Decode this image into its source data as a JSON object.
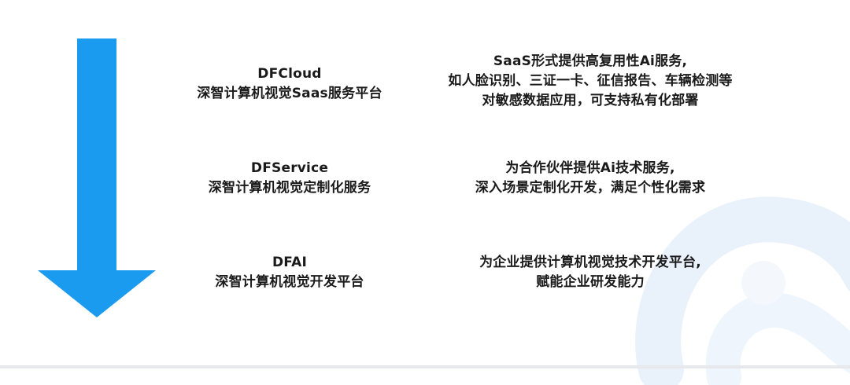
{
  "colors": {
    "arrow": "#1a9bf0",
    "watermark": "#e8f1fb"
  },
  "arrow_icon": "down-arrow-icon",
  "watermark_icon": "brand-logo-watermark",
  "rows": [
    {
      "name": "DFCloud",
      "subtitle": "深智计算机视觉Saas服务平台",
      "description": [
        "SaaS形式提供高复用性Ai服务,",
        "如人脸识别、三证一卡、征信报告、车辆检测等",
        "对敏感数据应用，可支持私有化部署"
      ]
    },
    {
      "name": "DFService",
      "subtitle": "深智计算机视觉定制化服务",
      "description": [
        "为合作伙伴提供Ai技术服务,",
        "深入场景定制化开发，满足个性化需求"
      ]
    },
    {
      "name": "DFAI",
      "subtitle": "深智计算机视觉开发平台",
      "description": [
        "为企业提供计算机视觉技术开发平台,",
        "赋能企业研发能力"
      ]
    }
  ]
}
